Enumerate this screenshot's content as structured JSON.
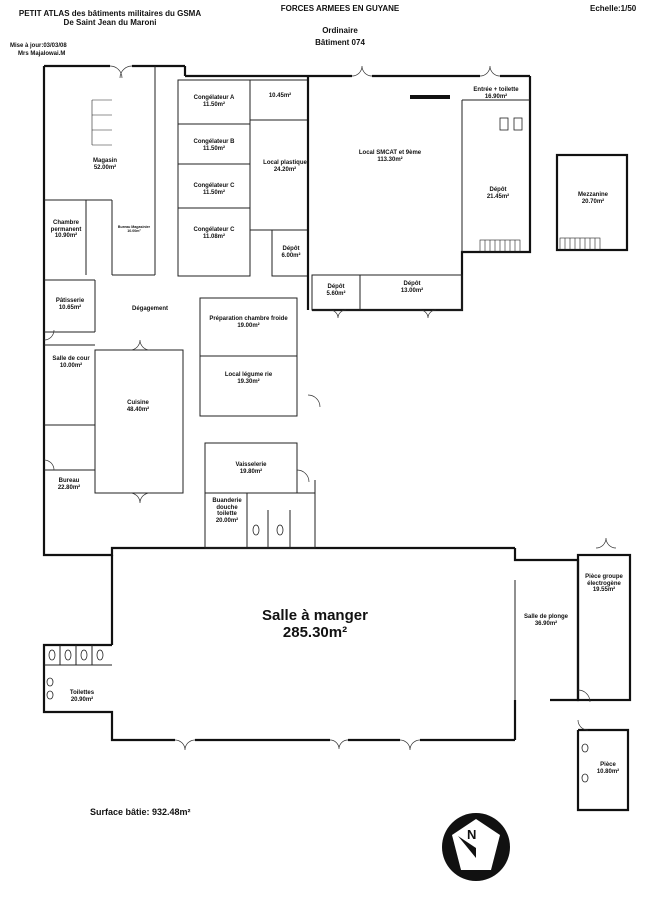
{
  "header": {
    "atlas_title": "PETIT ATLAS des bâtiments militaires du GSMA",
    "atlas_subtitle": "De Saint Jean du Maroni",
    "update_line": "Mise à jour:03/03/08",
    "author_line": "Mrs Majalowai.M",
    "org_title": "FORCES ARMEES EN GUYANE",
    "category": "Ordinaire",
    "building": "Bâtiment 074",
    "scale": "Echelle:1/50"
  },
  "rooms": {
    "congelateur_a": {
      "name": "Congélateur A",
      "area": "11.50m²"
    },
    "room_1045": {
      "name": "",
      "area": "10.45m²"
    },
    "congelateur_b": {
      "name": "Congélateur B",
      "area": "11.50m²"
    },
    "congelateur_c1": {
      "name": "Congélateur C",
      "area": "11.50m²"
    },
    "congelateur_c2": {
      "name": "Congélateur C",
      "area": "11.08m²"
    },
    "local_plastique": {
      "name": "Local plastique",
      "area": "24.20m²"
    },
    "depot_small": {
      "name": "Dépôt",
      "area": "6.00m²"
    },
    "magasin": {
      "name": "Magasin",
      "area": "52.00m²"
    },
    "chambre_permanent": {
      "name": "Chambre permanent",
      "area": "10.90m²"
    },
    "bureau_magasinier": {
      "name": "Bureau Magasinier",
      "area": "10.00m²"
    },
    "local_smcat": {
      "name": "Local SMCAT et 9ème",
      "area": "113.30m²"
    },
    "entree_toilette": {
      "name": "Entrée + toilette",
      "area": "16.90m²"
    },
    "depot_right": {
      "name": "Dépôt",
      "area": "21.45m²"
    },
    "mezzanine": {
      "name": "Mezzanine",
      "area": "20.70m²"
    },
    "depot_560": {
      "name": "Dépôt",
      "area": "5.60m²"
    },
    "depot_1300": {
      "name": "Dépôt",
      "area": "13.00m²"
    },
    "patisserie": {
      "name": "Pâtisserie",
      "area": "10.65m²"
    },
    "degagement": {
      "name": "Dégagement",
      "area": ""
    },
    "prep_chambre_froide": {
      "name": "Préparation chambre froide",
      "area": "19.00m²"
    },
    "local_legumerie": {
      "name": "Local légume rie",
      "area": "19.30m²"
    },
    "salle_cour": {
      "name": "Salle de cour",
      "area": "10.00m²"
    },
    "cuisine": {
      "name": "Cuisine",
      "area": "48.40m²"
    },
    "vaisselerie": {
      "name": "Vaisselerie",
      "area": "19.80m²"
    },
    "buanderie": {
      "name": "Buanderie douche toilette",
      "area": "20.00m²"
    },
    "bureau": {
      "name": "Bureau",
      "area": "22.80m²"
    },
    "salle_a_manger": {
      "name": "Salle à manger",
      "area": "285.30m²"
    },
    "piece_groupe": {
      "name": "Pièce groupe électrogène",
      "area": "19.55m²"
    },
    "salle_plonge": {
      "name": "Salle de plonge",
      "area": "36.90m²"
    },
    "toilettes": {
      "name": "Toilettes",
      "area": "20.90m²"
    },
    "piece": {
      "name": "Pièce",
      "area": "10.80m²"
    }
  },
  "footer": {
    "surface": "Surface bâtie: 932.48m²",
    "north_label": "N"
  }
}
